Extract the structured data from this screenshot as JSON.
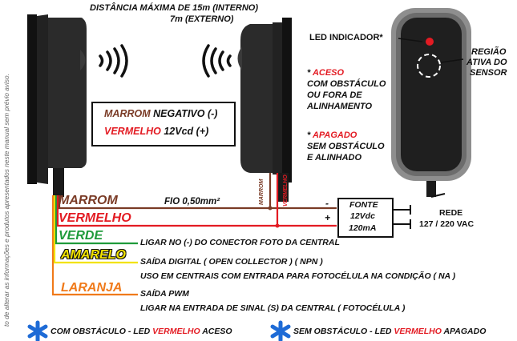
{
  "side_note": "to de alterar as informações e produtos apresentados neste manual sem prévio aviso.",
  "distance": {
    "line1": "DISTÂNCIA MÁXIMA DE 15m (INTERNO)",
    "line2": "7m (EXTERNO)"
  },
  "legend_box": {
    "row1_color": "MARROM",
    "row1_text": "NEGATIVO (-)",
    "row2_color": "VERMELHO",
    "row2_text": "12Vcd (+)"
  },
  "led": {
    "label": "LED INDICADOR*",
    "region_line1": "REGIÃO",
    "region_line2": "ATIVA DO",
    "region_line3": "SENSOR"
  },
  "states": {
    "on_star": "*",
    "on_word": "ACESO",
    "on_line2": "COM OBSTÁCULO",
    "on_line3": "OU FORA DE",
    "on_line4": "ALINHAMENTO",
    "off_star": "*",
    "off_word": "APAGADO",
    "off_line2": "SEM OBSTÁCULO",
    "off_line3": "E ALINHADO"
  },
  "cable_labels": {
    "marrom": "MARROM",
    "vermelho": "VERMELHO"
  },
  "wires": {
    "marrom": "MARROM",
    "vermelho": "VERMELHO",
    "verde": "VERDE",
    "amarelo": "AMARELO",
    "laranja": "LARANJA",
    "fio": "FIO 0,50mm²",
    "minus": "-",
    "plus": "+"
  },
  "fonte": {
    "line1": "FONTE",
    "line2": "12Vdc",
    "line3": "120mA"
  },
  "rede": {
    "line1": "REDE",
    "line2": "127 / 220 VAC"
  },
  "descriptions": {
    "verde": "LIGAR NO (-) DO CONECTOR FOTO DA CENTRAL",
    "amarelo1": "SAÍDA DIGITAL ( OPEN COLLECTOR ) ( NPN )",
    "amarelo2": "USO EM CENTRAIS COM ENTRADA PARA FOTOCÉLULA NA CONDIÇÃO ( NA )",
    "laranja1": "SAÍDA PWM",
    "laranja2": "LIGAR NA ENTRADA DE SINAL (S) DA CENTRAL ( FOTOCÉLULA )"
  },
  "footer": {
    "left_a": "COM OBSTÁCULO - LED",
    "left_b": "VERMELHO",
    "left_c": "ACESO",
    "right_a": "SEM OBSTÁCULO - LED",
    "right_b": "VERMELHO",
    "right_c": "APAGADO"
  },
  "colors": {
    "ink": "#111111",
    "brown": "#7a3b26",
    "red": "#e31b23",
    "green": "#1f9a3a",
    "yellow": "#f2e200",
    "orange": "#f07a1a",
    "blue": "#1e6bd6"
  }
}
